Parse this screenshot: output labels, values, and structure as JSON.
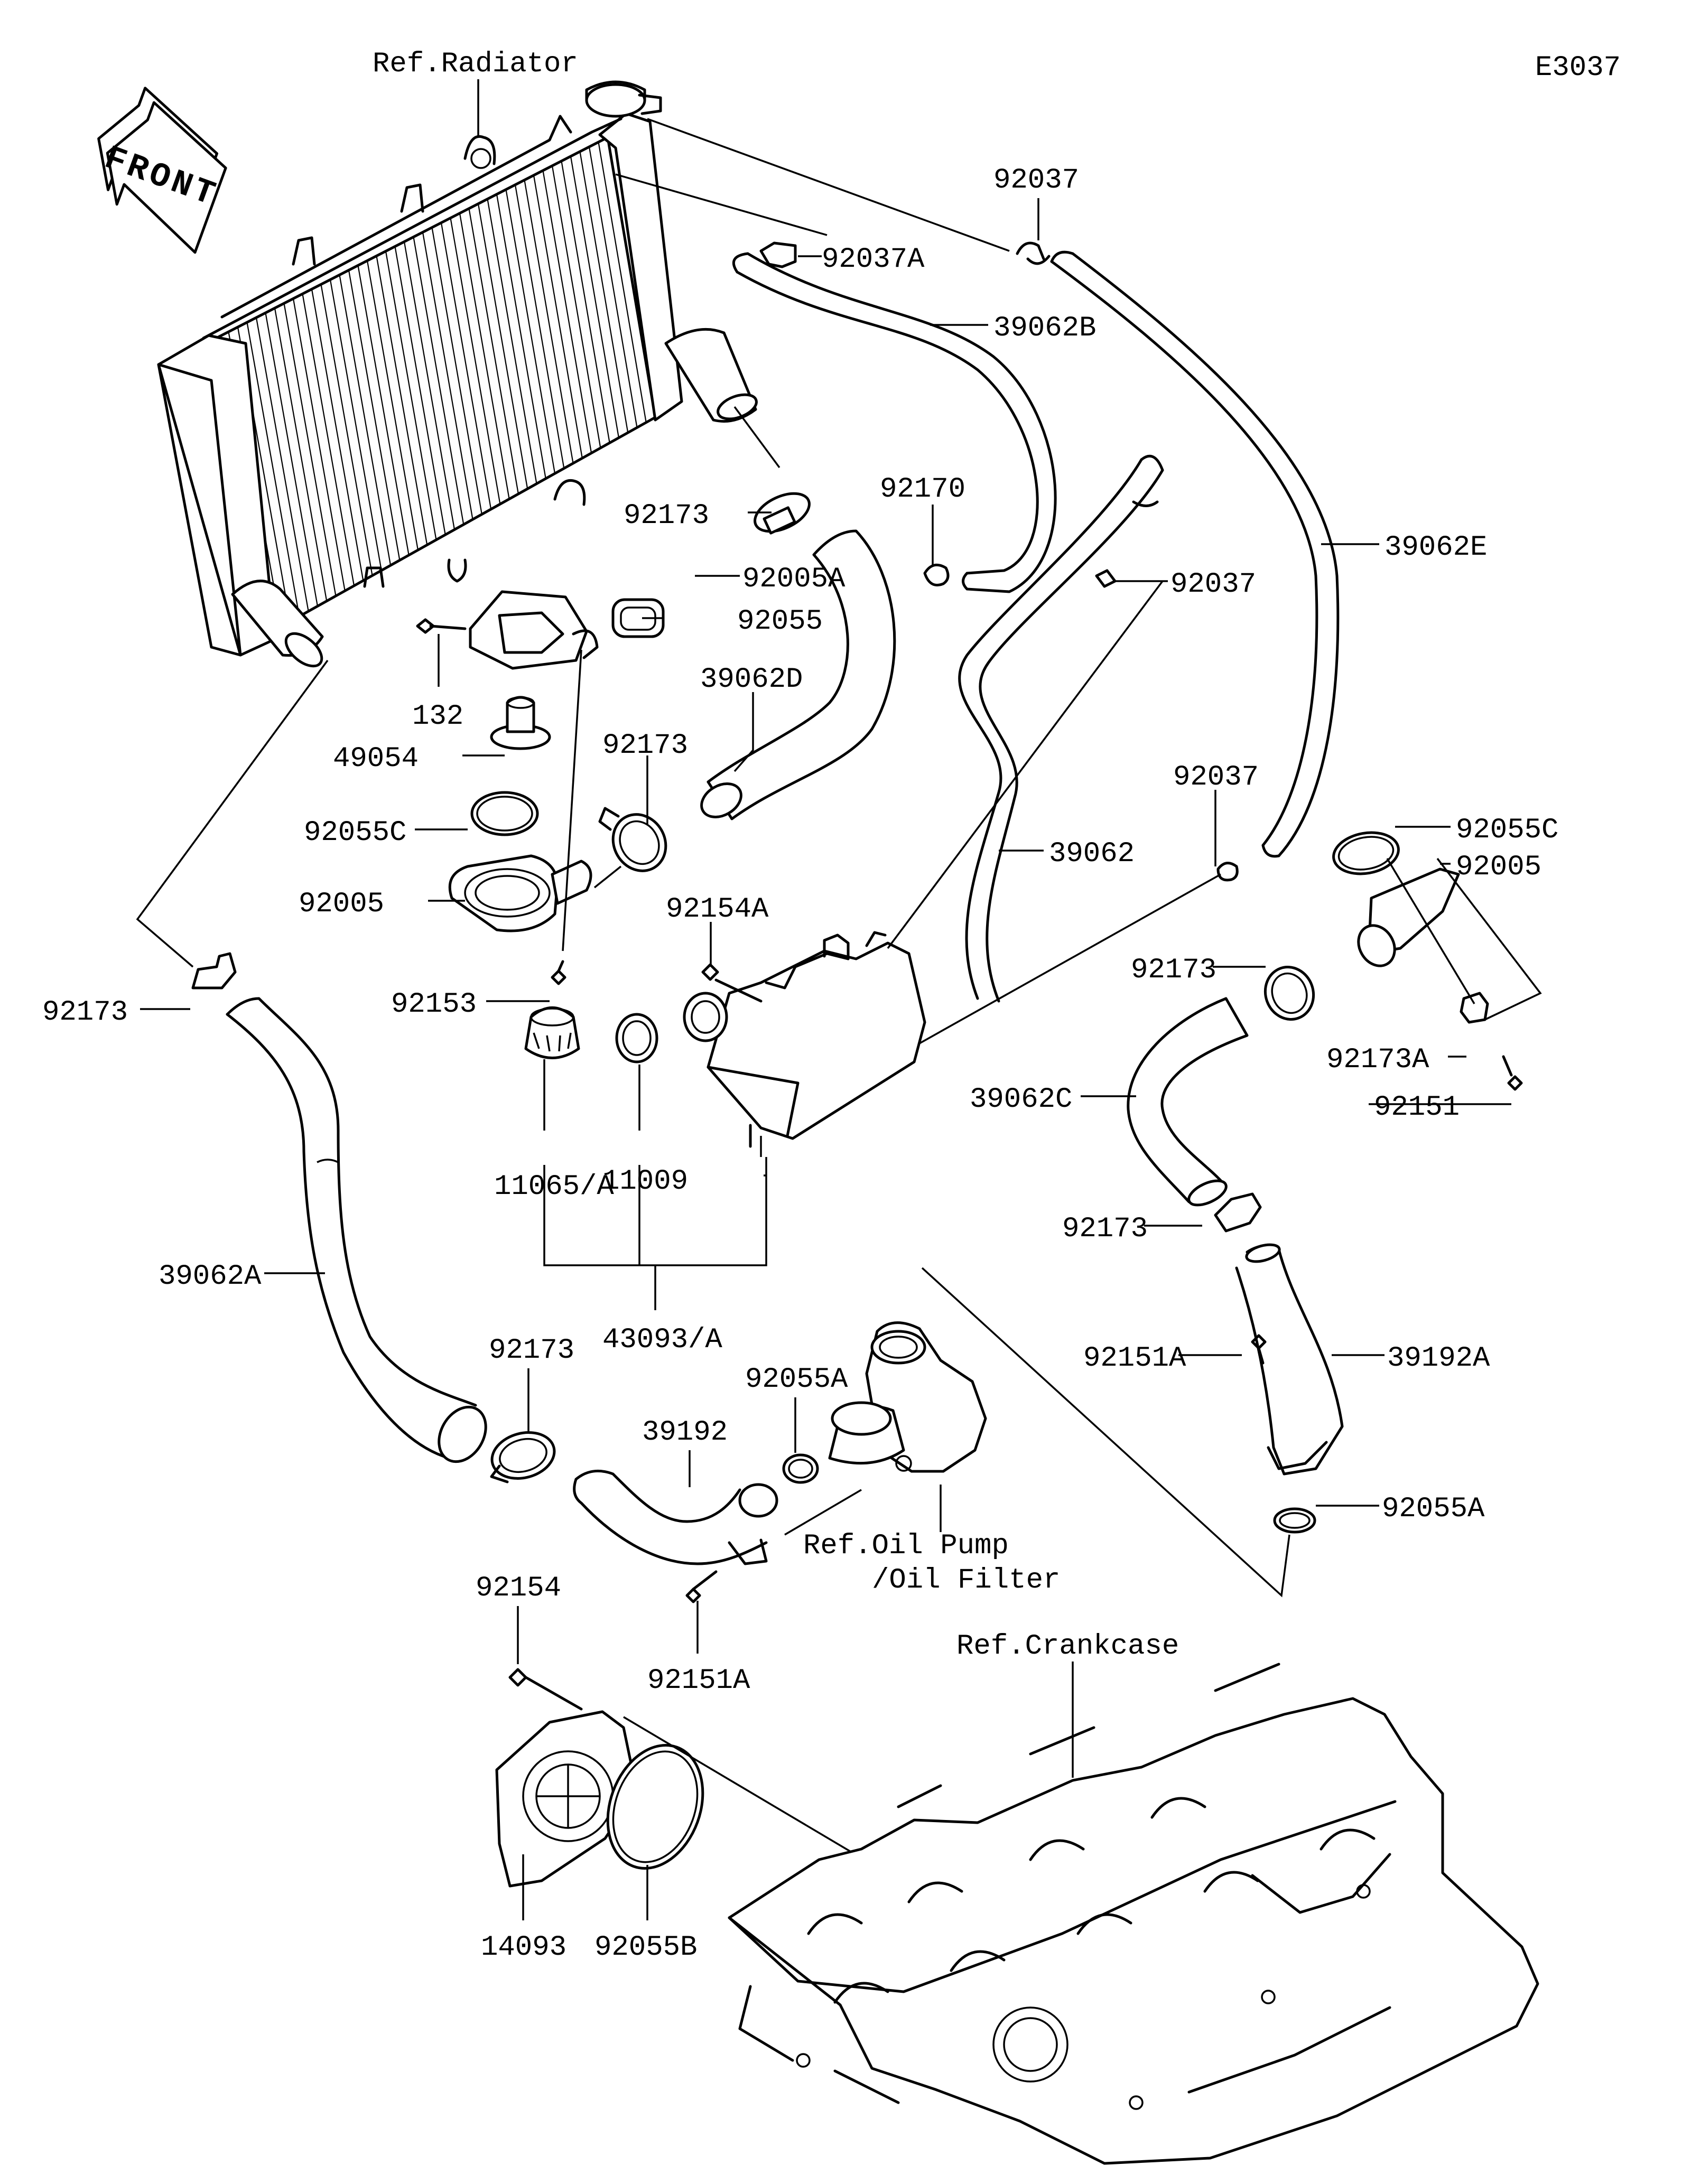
{
  "diagram_code": "E3037",
  "front_arrow_text": "FRONT",
  "references": {
    "radiator": "Ref.Radiator",
    "oil_pump_line1": "Ref.Oil Pump",
    "oil_pump_line2": "/Oil Filter",
    "crankcase": "Ref.Crankcase"
  },
  "part_labels": {
    "p92037_top": "92037",
    "p92037A": "92037A",
    "p39062B": "39062B",
    "p92173_a": "92173",
    "p92170": "92170",
    "p92037_mid": "92037",
    "p39062E": "39062E",
    "p92005A": "92005A",
    "p92055": "92055",
    "p132": "132",
    "p39062D": "39062D",
    "p49054": "49054",
    "p92173_b": "92173",
    "p92055C_left": "92055C",
    "p39062": "39062",
    "p92037_right": "92037",
    "p92055C_right": "92055C",
    "p92005_left": "92005",
    "p92005_right": "92005",
    "p92154A": "92154A",
    "p92173_right": "92173",
    "p92153": "92153",
    "p92173A": "92173A",
    "p92173_left": "92173",
    "p92151": "92151",
    "p39062C": "39062C",
    "p11065A": "11065/A",
    "p11009": "11009",
    "p92173_lower_right": "92173",
    "p39062A": "39062A",
    "p43093A": "43093/A",
    "p92173_bottom": "92173",
    "p92055A_mid": "92055A",
    "p92151A_right": "92151A",
    "p39192A": "39192A",
    "p39192": "39192",
    "p92055A_right": "92055A",
    "p92154": "92154",
    "p92151A_bottom": "92151A",
    "p14093": "14093",
    "p92055B": "92055B"
  }
}
